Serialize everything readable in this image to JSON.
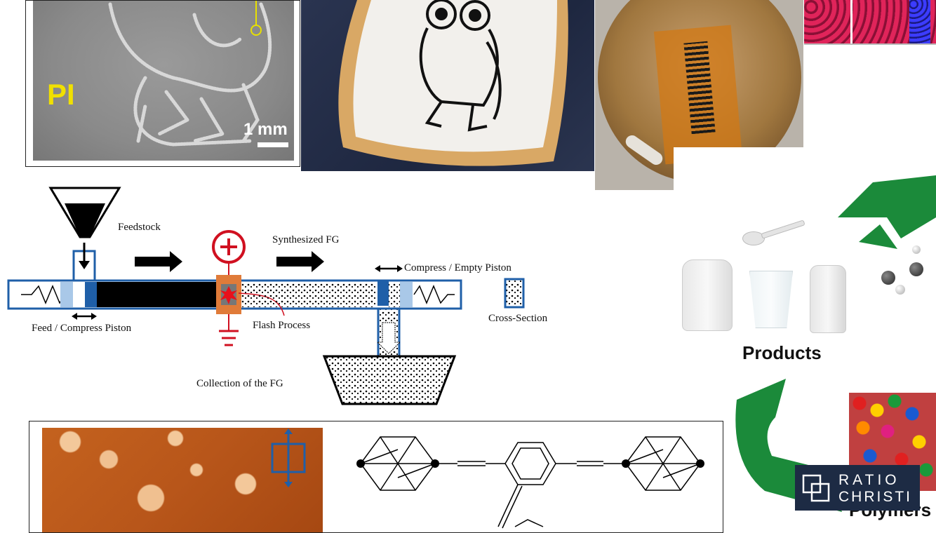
{
  "owl_sem": {
    "material_label": "PI",
    "scale_label": "1 mm"
  },
  "diagram": {
    "feedstock": "Feedstock",
    "synthesized": "Synthesized FG",
    "compress_empty": "Compress / Empty Piston",
    "cross_section": "Cross-Section",
    "feed_compress": "Feed / Compress Piston",
    "flash_process": "Flash Process",
    "collection": "Collection of the FG"
  },
  "recycling": {
    "products_label": "Products",
    "polymers_label": "Polymers"
  },
  "logo": {
    "line1": "RATIO",
    "line2": "CHRISTI"
  }
}
